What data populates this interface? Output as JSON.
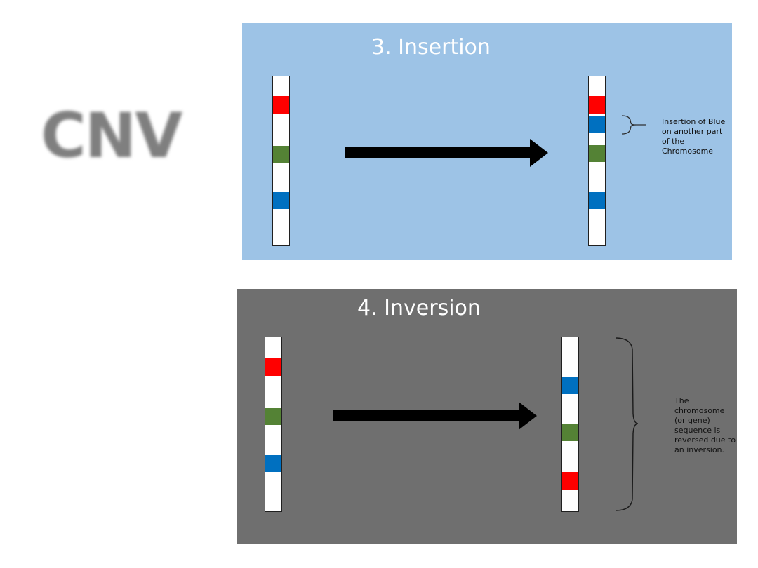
{
  "heading": "CNV",
  "colors": {
    "red": "#ff0000",
    "blue": "#0070c0",
    "green": "#548235",
    "insertion_bg": "#9dc3e6",
    "inversion_bg": "#6f6f6f"
  },
  "insertion": {
    "title": "3. Insertion",
    "before_bands": [
      "red",
      "green",
      "blue"
    ],
    "after_bands": [
      "red",
      "blue",
      "green",
      "blue"
    ],
    "note": "Insertion of Blue on another part of the Chromosome"
  },
  "inversion": {
    "title": "4. Inversion",
    "before_bands": [
      "red",
      "green",
      "blue"
    ],
    "after_bands": [
      "blue",
      "green",
      "red"
    ],
    "note": "The chromosome (or gene) sequence is reversed due to an inversion."
  }
}
